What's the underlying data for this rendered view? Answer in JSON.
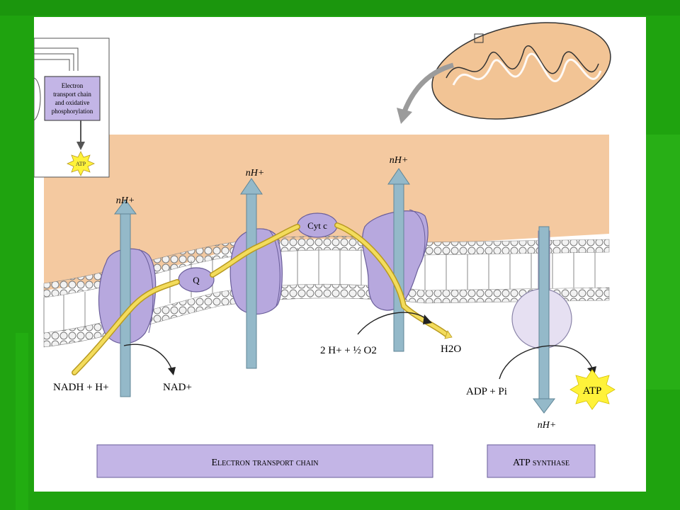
{
  "inset": {
    "box_label_lines": [
      "Electron",
      "transport chain",
      "and oxidative",
      "phosphorylation"
    ],
    "atp_label": "ATP"
  },
  "labels": {
    "nh_plus_1": "nH+",
    "nh_plus_2": "nH+",
    "nh_plus_3": "nH+",
    "nh_plus_synthase": "nH+",
    "q": "Q",
    "cytc": "Cyt c",
    "nadh": "NADH + H+",
    "nad": "NAD+",
    "oxygen": "2 H+ + ½ O2",
    "water": "H2O",
    "adp": "ADP + Pi",
    "atp": "ATP"
  },
  "captions": {
    "etc": "Electron transport chain",
    "synthase": "ATP synthase"
  },
  "colors": {
    "slide_green": "#1fa30f",
    "intermembrane": "#f4c9a0",
    "protein": "#b7a8de",
    "proton_arrow": "#94b9c9",
    "electron_path": "#f3dc5c",
    "atp_burst": "#fff23a",
    "caption_bar": "#c3b5e6"
  }
}
